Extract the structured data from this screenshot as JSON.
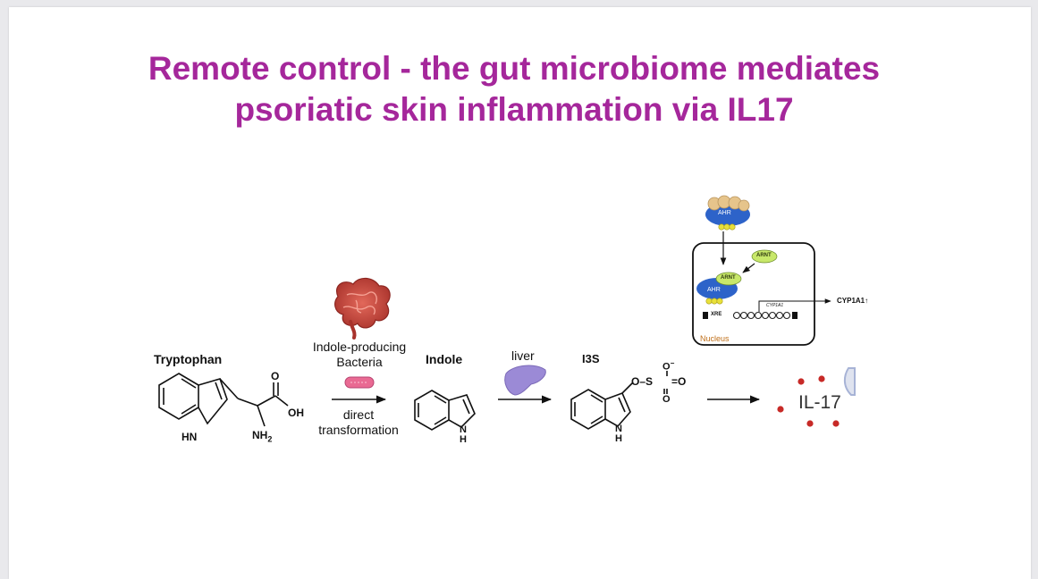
{
  "title": {
    "line1": "Remote control - the gut microbiome mediates",
    "line2": "psoriatic skin inflammation via IL17"
  },
  "pathway": {
    "tryptophan": "Tryptophan",
    "tryptophan_atoms": {
      "hn": "HN",
      "nh2": "NH",
      "nh2_sub": "2",
      "oh": "OH",
      "o": "O"
    },
    "bacteria_label": "Indole-producing\nBacteria",
    "step1_label": "direct\ntransformation",
    "indole": "Indole",
    "indole_nh": "N\nH",
    "liver_label": "liver",
    "i3s": "I3S",
    "i3s_nh": "N\nH",
    "sulfate": {
      "o_minus": "O",
      "minus": "−",
      "o_s": "O–S",
      "eq_o_right": "=O",
      "o_bottom": "O"
    },
    "il17": "IL-17"
  },
  "ahr_panel": {
    "ahr_top": "AHR",
    "arnt_top": "ARNT",
    "arnt_inner": "ARNT",
    "ahr_inner": "AHR",
    "cyp1a1_gene": "CYP1A1",
    "xre": "XRE",
    "output": "CYP1A1↑",
    "nucleus": "Nucleus"
  },
  "colors": {
    "title": "#a5279b",
    "ahr_blue": "#2d63c9",
    "arnt_green": "#c8e86a",
    "ligand_yellow": "#e8e03a",
    "il17_dot": "#c72a27",
    "nucleus_text": "#c0701a",
    "liver": "#9b8ad6",
    "bacterium": "#e96a93",
    "intestine": "#c74538"
  }
}
